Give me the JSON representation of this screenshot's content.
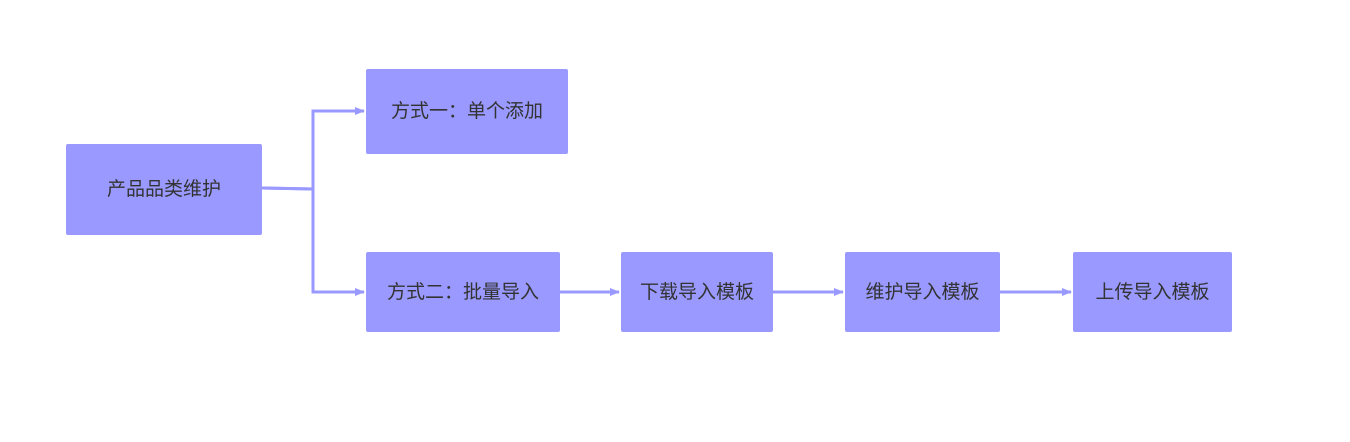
{
  "colors": {
    "node_fill": "#9999ff",
    "connector": "#9999ff",
    "text": "#333333"
  },
  "nodes": {
    "root": "产品品类维护",
    "single_add": "方式一：单个添加",
    "batch_import": "方式二：批量导入",
    "download_template": "下载导入模板",
    "maintain_template": "维护导入模板",
    "upload_template": "上传导入模板"
  }
}
